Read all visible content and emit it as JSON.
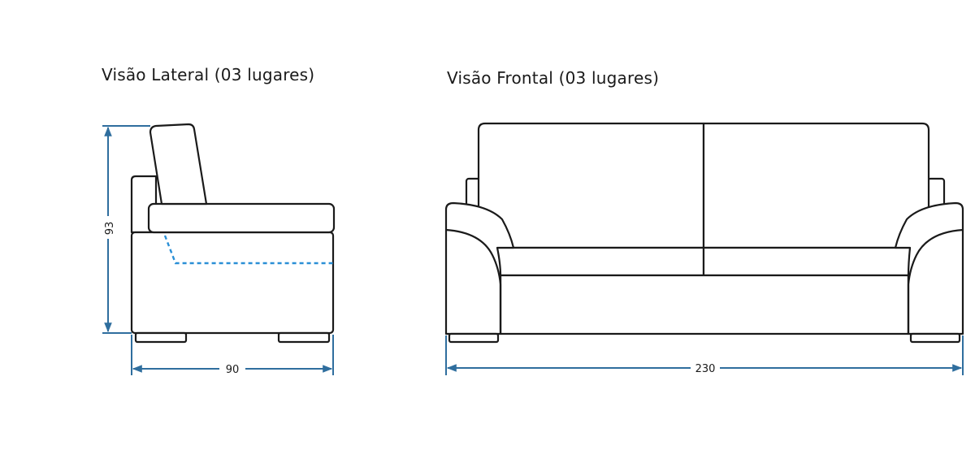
{
  "views": {
    "lateral_title": "Visão Lateral (03 lugares)",
    "frontal_title": "Visão Frontal (03 lugares)"
  },
  "dimensions": {
    "lateral_height": "93",
    "lateral_width": "90",
    "frontal_width": "230"
  },
  "colors": {
    "outline": "#1a1a1a",
    "dimension": "#2f6e9e",
    "hidden_line": "#2a8fd6"
  }
}
